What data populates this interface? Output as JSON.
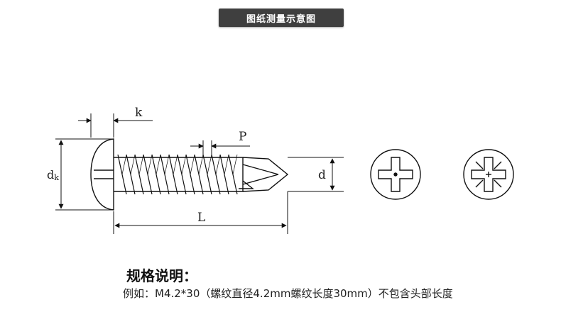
{
  "header": {
    "title": "图纸测量示意图"
  },
  "dimensions": {
    "k": "k",
    "p": "P",
    "dk_main": "d",
    "dk_sub": "k",
    "d": "d",
    "l": "L"
  },
  "spec": {
    "title": "规格说明：",
    "example": "例如：M4.2*30（螺纹直径4.2mm螺纹长度30mm）不包含头部长度"
  },
  "colors": {
    "banner_bg": "#3f3f3f",
    "line": "#111111"
  }
}
